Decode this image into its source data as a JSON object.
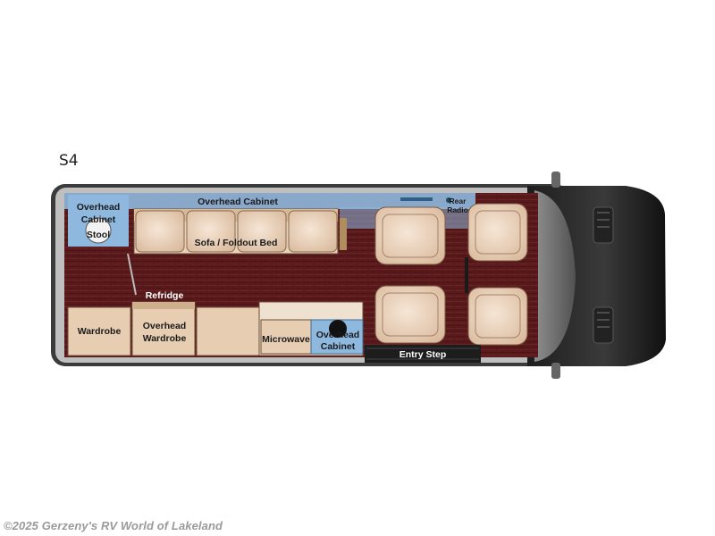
{
  "model": "S4",
  "watermark": "©2025 Gerzeny's RV World of Lakeland",
  "labels": {
    "overhead_cabinet_left_1": "Overhead",
    "overhead_cabinet_left_2": "Cabinet",
    "stool": "Stool",
    "overhead_cabinet_top": "Overhead Cabinet",
    "sofa": "Sofa / Foldout Bed",
    "rear_radio_1": "Rear",
    "rear_radio_2": "Radio",
    "refridge": "Refridge",
    "wardrobe": "Wardrobe",
    "overhead_wardrobe_1": "Overhead",
    "overhead_wardrobe_2": "Wardrobe",
    "microwave": "Microwave",
    "overhead_cabinet_bottom_1": "Overhead",
    "overhead_cabinet_bottom_2": "Cabinet",
    "entry_step": "Entry Step"
  },
  "colors": {
    "floor": "#5a1a1c",
    "cabinet_blue": "#8eb8de",
    "cabinet_tan": "#e7cdb2",
    "seat": "#ecd6c2",
    "body_dark": "#2b2b2b"
  }
}
